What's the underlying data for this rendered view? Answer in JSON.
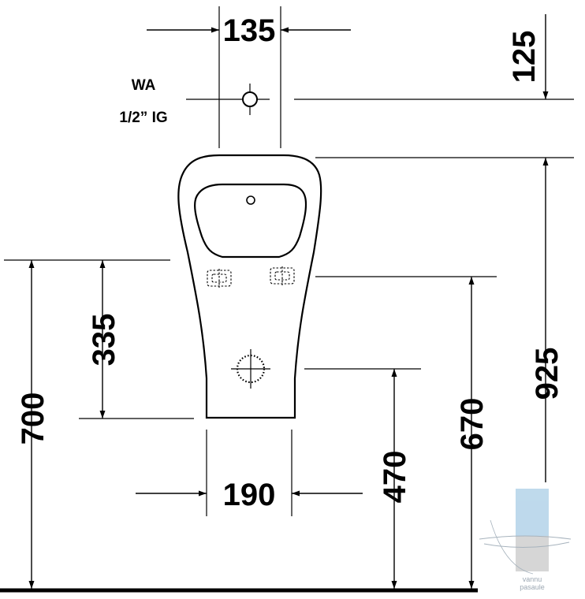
{
  "drawing": {
    "dimensions": {
      "d135": "135",
      "d125": "125",
      "d925": "925",
      "d670": "670",
      "d470": "470",
      "d700": "700",
      "d335": "335",
      "d190": "190"
    },
    "labels": {
      "wa": "WA",
      "thread": "1/2” IG"
    },
    "watermark": {
      "line1": "vannu",
      "line2": "pasaule"
    }
  }
}
